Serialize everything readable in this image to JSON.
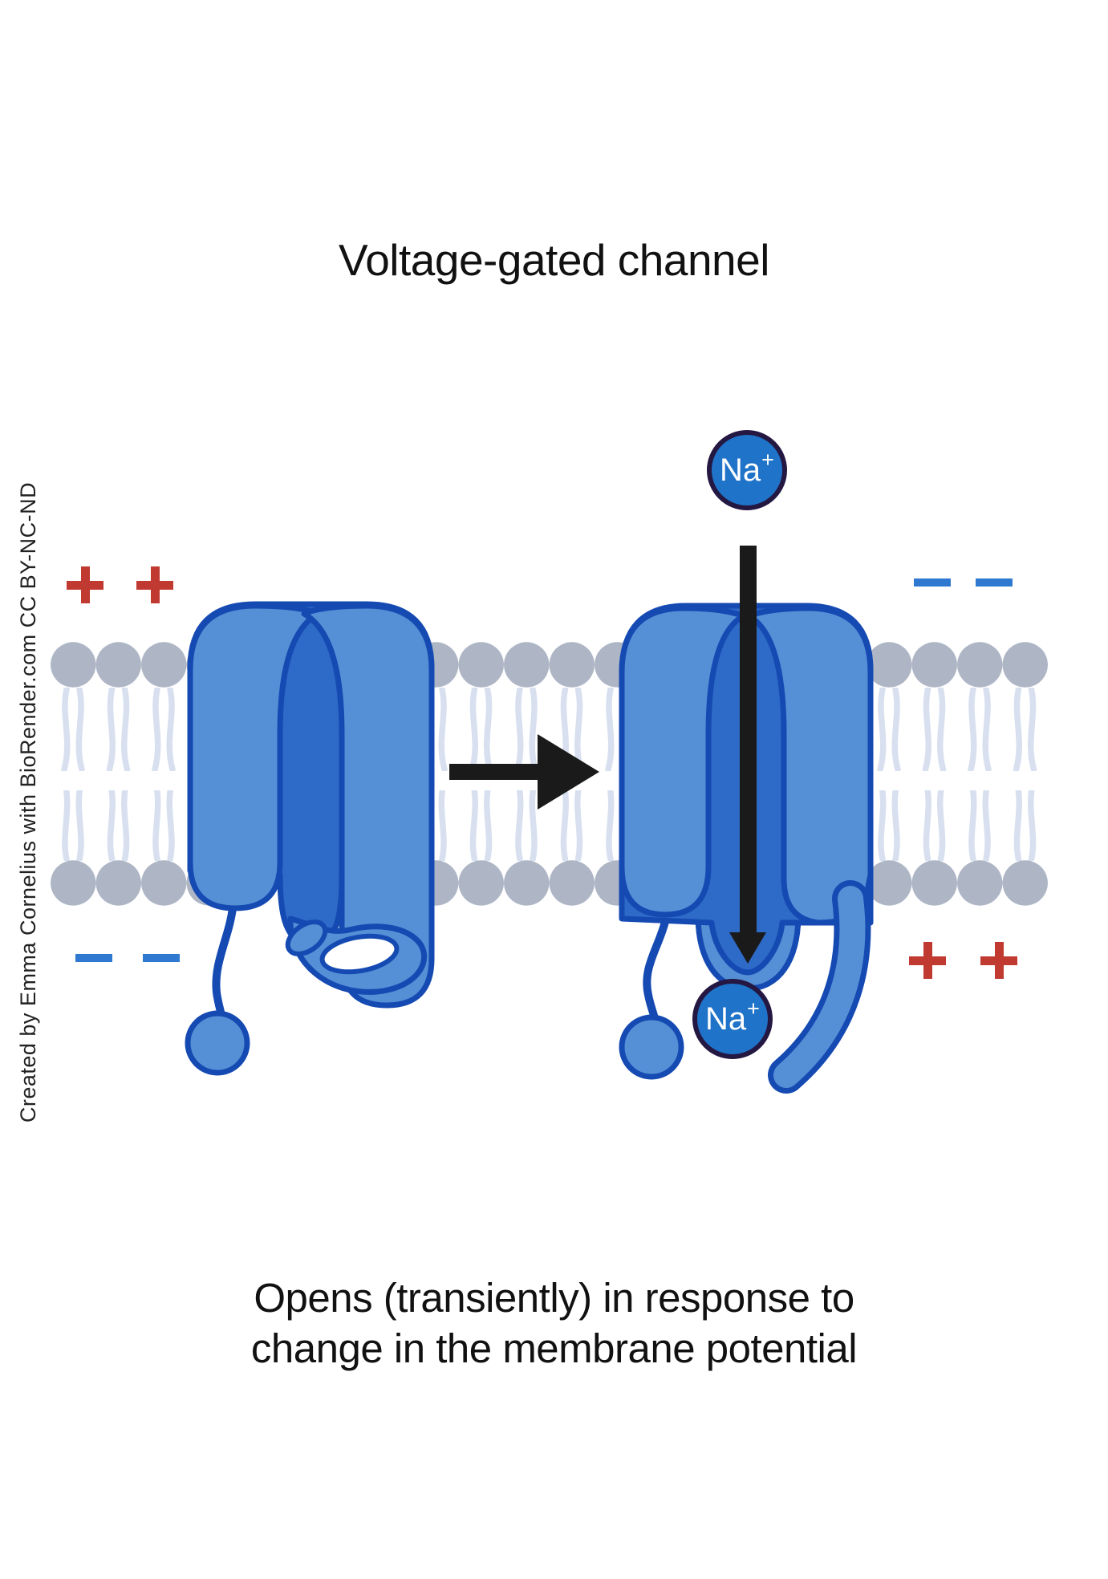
{
  "title": "Voltage-gated channel",
  "caption": {
    "line1": "Opens (transiently) in response to",
    "line2": "change in the membrane potential"
  },
  "credit": "Created by Emma Cornelius with BioRender.com CC BY-NC-ND",
  "ions": {
    "top": {
      "label": "Na",
      "charge": "+"
    },
    "bottom": {
      "label": "Na",
      "charge": "+"
    }
  },
  "charges": {
    "extracellular_left": [
      "+",
      "+"
    ],
    "intracellular_left": [
      "−",
      "−"
    ],
    "extracellular_right": [
      "−",
      "−"
    ],
    "intracellular_right": [
      "+",
      "+"
    ]
  },
  "colors": {
    "channel_light": "#5590d6",
    "channel_dark": "#2e6ac7",
    "channel_outline": "#154ab2",
    "lipid_head": "#aeb6c6",
    "lipid_tail": "#d8e0f0",
    "plus_red": "#c13a31",
    "minus_blue": "#3079d1",
    "ion_fill": "#1f73c8",
    "ion_border": "#241742",
    "arrow_black": "#1a1a1a",
    "text_black": "#111111"
  }
}
